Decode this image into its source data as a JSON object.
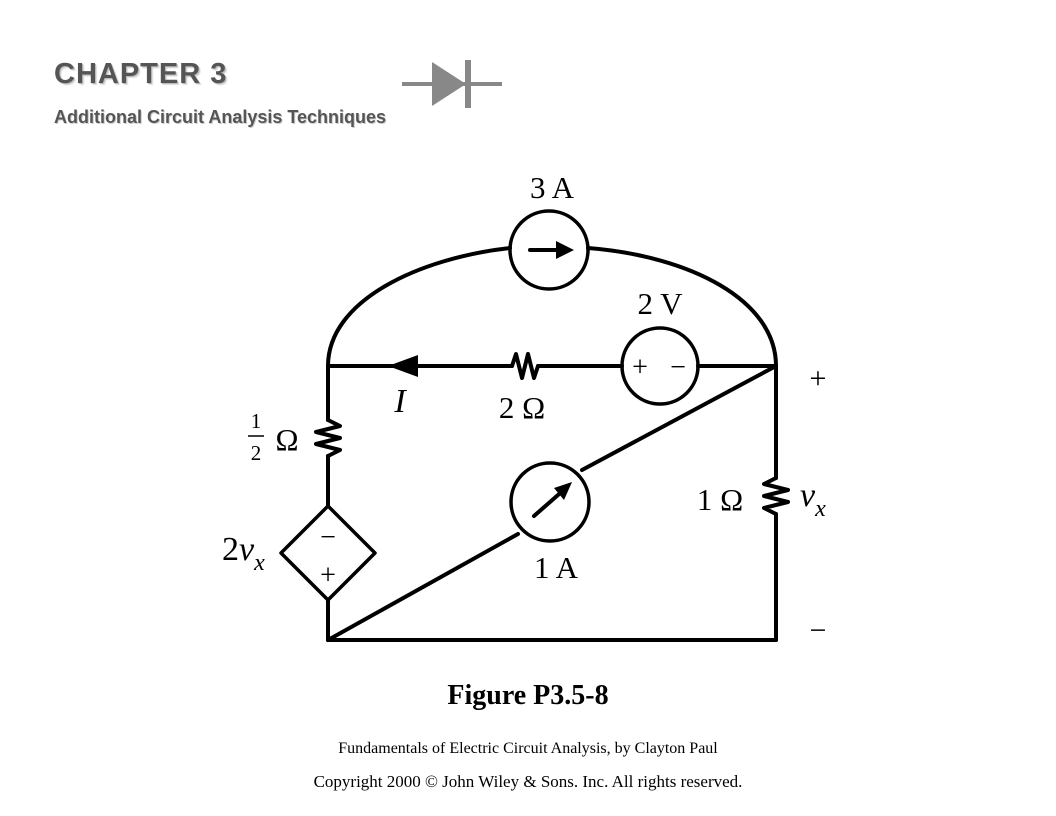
{
  "banner": {
    "chapter": "CHAPTER 3",
    "subtitle": "Additional Circuit Analysis Techniques",
    "logo_icon": "diode-icon"
  },
  "circuit": {
    "current_source_top": "3 A",
    "voltage_source": "2 V",
    "voltage_source_plus": "+",
    "voltage_source_minus": "−",
    "current_label": "I",
    "resistor_middle": "2 Ω",
    "resistor_left_numerator": "1",
    "resistor_left_denominator": "2",
    "resistor_left_unit": "Ω",
    "current_source_diag": "1 A",
    "resistor_right": "1 Ω",
    "vx_main": "v",
    "vx_sub": "x",
    "vx_plus": "+",
    "vx_minus": "−",
    "dep_source_coef": "2",
    "dep_source_var": "v",
    "dep_source_sub": "x",
    "dep_minus": "−",
    "dep_plus": "+"
  },
  "figure": {
    "caption": "Figure P3.5-8",
    "book_credit": "Fundamentals of Electric Circuit Analysis, by Clayton Paul",
    "copyright": "Copyright 2000 © John Wiley & Sons. Inc. All rights reserved."
  }
}
